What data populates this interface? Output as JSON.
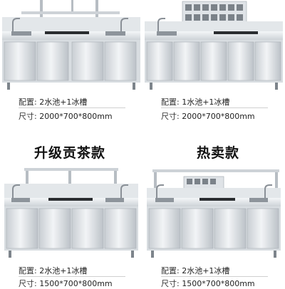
{
  "products": [
    {
      "config_label": "配置:",
      "config_value": "2水池+1冰槽",
      "size_label": "尺寸:",
      "size_value": "2000*700*800mm"
    },
    {
      "config_label": "配置:",
      "config_value": "1水池+1冰槽",
      "size_label": "尺寸:",
      "size_value": "2000*700*800mm"
    },
    {
      "config_label": "配置:",
      "config_value": "2水池+1冰槽",
      "size_label": "尺寸:",
      "size_value": "1500*700*800mm"
    },
    {
      "config_label": "配置:",
      "config_value": "2水池+1冰槽",
      "size_label": "尺寸:",
      "size_value": "1500*700*800mm"
    }
  ],
  "headings": {
    "left": "升级贡茶款",
    "right": "热卖款"
  },
  "colors": {
    "steel_light": "#e9ecef",
    "steel_mid": "#cfd4d9",
    "steel_dark": "#9aa1a8",
    "text": "#222222"
  }
}
